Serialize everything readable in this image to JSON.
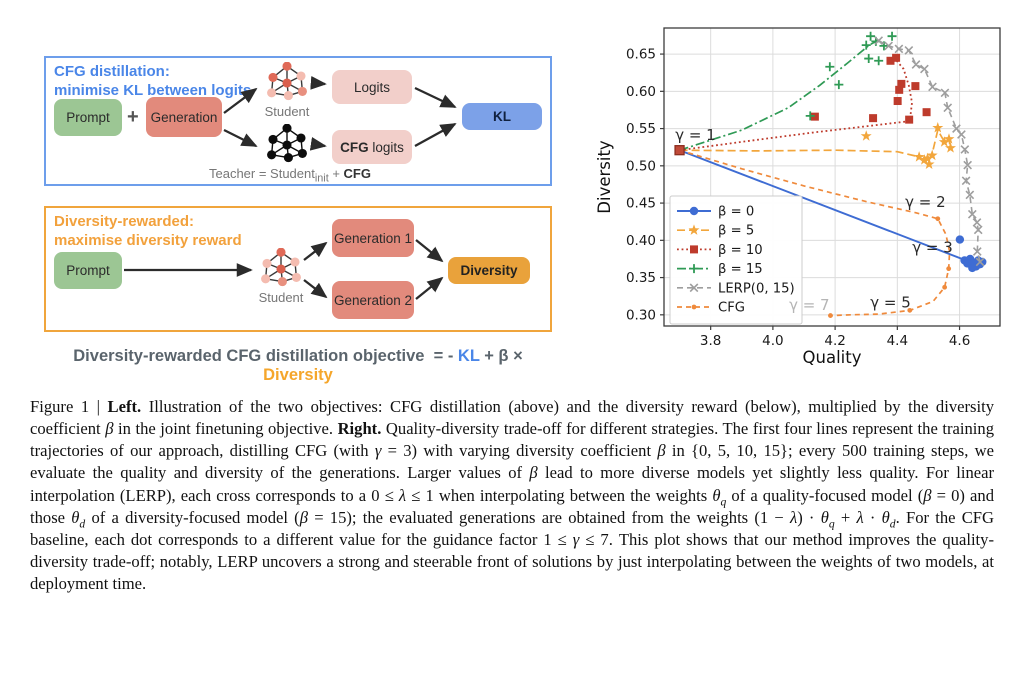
{
  "left": {
    "box1": {
      "title_line1": "CFG distillation:",
      "title_line2": "minimise KL between logits",
      "prompt": "Prompt",
      "plus": "+",
      "generation": "Generation",
      "student_label": "Student",
      "logits": "Logits",
      "cfg_bold": "CFG",
      "cfg_rest": " logits",
      "kl": "KL",
      "teacher_pre": "Teacher = Student",
      "teacher_sub": "init",
      "teacher_mid": " + ",
      "teacher_cfg": "CFG"
    },
    "box2": {
      "title_line1": "Diversity-rewarded:",
      "title_line2": "maximise diversity reward",
      "prompt": "Prompt",
      "student_label": "Student",
      "generation1": "Generation 1",
      "generation2": "Generation 2",
      "diversity": "Diversity"
    },
    "objective": {
      "main": "Diversity-rewarded CFG distillation objective  = - ",
      "kl": "KL",
      "mid": " + β × ",
      "diversity": "Diversity"
    }
  },
  "colors": {
    "box1_border": "#6d9eeb",
    "box2_border": "#f0a53c",
    "prompt_green": "#9CC694",
    "generation_salmon": "#E28A7C",
    "logits_pink": "#F2CFCA",
    "kl_blue": "#7CA1E8",
    "diversity_orange": "#E9A23B"
  },
  "chart_data": {
    "type": "scatter",
    "title": "",
    "xlabel": "Quality",
    "ylabel": "Diversity",
    "xlim": [
      3.65,
      4.73
    ],
    "ylim": [
      0.285,
      0.685
    ],
    "xticks": [
      3.8,
      4.0,
      4.2,
      4.4,
      4.6
    ],
    "yticks": [
      0.3,
      0.35,
      0.4,
      0.45,
      0.5,
      0.55,
      0.6,
      0.65
    ],
    "grid": true,
    "legend_position": "lower left",
    "start_point": {
      "x": 3.7,
      "y": 0.521,
      "marker": "square",
      "fill": "#C04A38",
      "stroke": "#8d2f20"
    },
    "series": [
      {
        "name": "β = 0",
        "color": "#3E6CD3",
        "dash": "",
        "width": 1.9,
        "marker": "circle",
        "line": [
          [
            3.7,
            0.521
          ],
          [
            4.627,
            0.372
          ],
          [
            4.64,
            0.366
          ],
          [
            4.65,
            0.37
          ]
        ],
        "points": [
          [
            4.601,
            0.401
          ],
          [
            4.616,
            0.373
          ],
          [
            4.625,
            0.369
          ],
          [
            4.634,
            0.375
          ],
          [
            4.641,
            0.363
          ],
          [
            4.647,
            0.37
          ],
          [
            4.653,
            0.365
          ],
          [
            4.66,
            0.373
          ],
          [
            4.666,
            0.368
          ],
          [
            4.673,
            0.371
          ]
        ]
      },
      {
        "name": "β = 5",
        "color": "#F2A63C",
        "dash": "8,4",
        "width": 1.7,
        "marker": "star",
        "line": [
          [
            3.7,
            0.521
          ],
          [
            3.95,
            0.52
          ],
          [
            4.2,
            0.521
          ],
          [
            4.4,
            0.519
          ],
          [
            4.46,
            0.513
          ],
          [
            4.497,
            0.505
          ],
          [
            4.51,
            0.513
          ],
          [
            4.53,
            0.548
          ],
          [
            4.553,
            0.531
          ],
          [
            4.566,
            0.535
          ],
          [
            4.571,
            0.524
          ]
        ],
        "points": [
          [
            4.3,
            0.54
          ],
          [
            4.47,
            0.512
          ],
          [
            4.487,
            0.508
          ],
          [
            4.497,
            0.51
          ],
          [
            4.502,
            0.502
          ],
          [
            4.512,
            0.514
          ],
          [
            4.53,
            0.551
          ],
          [
            4.551,
            0.532
          ],
          [
            4.566,
            0.536
          ],
          [
            4.571,
            0.524
          ]
        ]
      },
      {
        "name": "β = 10",
        "color": "#BE3B2C",
        "dash": "1.8,2.8",
        "width": 1.8,
        "marker": "square",
        "line": [
          [
            3.7,
            0.521
          ],
          [
            3.95,
            0.535
          ],
          [
            4.135,
            0.545
          ],
          [
            4.3,
            0.553
          ],
          [
            4.44,
            0.56
          ],
          [
            4.447,
            0.585
          ],
          [
            4.437,
            0.608
          ],
          [
            4.42,
            0.63
          ],
          [
            4.398,
            0.641
          ]
        ],
        "points": [
          [
            4.135,
            0.566
          ],
          [
            4.322,
            0.564
          ],
          [
            4.438,
            0.562
          ],
          [
            4.494,
            0.572
          ],
          [
            4.401,
            0.587
          ],
          [
            4.406,
            0.602
          ],
          [
            4.413,
            0.61
          ],
          [
            4.458,
            0.607
          ],
          [
            4.378,
            0.641
          ],
          [
            4.396,
            0.645
          ]
        ]
      },
      {
        "name": "β = 15",
        "color": "#2F9A55",
        "dash": "9,3,2,3",
        "width": 1.7,
        "marker": "plus",
        "line": [
          [
            3.7,
            0.521
          ],
          [
            3.9,
            0.548
          ],
          [
            4.05,
            0.578
          ],
          [
            4.15,
            0.608
          ],
          [
            4.24,
            0.638
          ],
          [
            4.31,
            0.662
          ],
          [
            4.335,
            0.668
          ],
          [
            4.36,
            0.662
          ]
        ],
        "points": [
          [
            4.12,
            0.567
          ],
          [
            4.183,
            0.633
          ],
          [
            4.212,
            0.609
          ],
          [
            4.3,
            0.662
          ],
          [
            4.308,
            0.644
          ],
          [
            4.34,
            0.641
          ],
          [
            4.331,
            0.667
          ],
          [
            4.314,
            0.674
          ],
          [
            4.383,
            0.674
          ],
          [
            4.357,
            0.661
          ]
        ]
      },
      {
        "name": "LERP(0, 15)",
        "color": "#9E9E9E",
        "dash": "6,4",
        "width": 1.6,
        "marker": "x",
        "line": [
          [
            4.34,
            0.668
          ],
          [
            4.372,
            0.661
          ],
          [
            4.405,
            0.657
          ],
          [
            4.437,
            0.655
          ],
          [
            4.46,
            0.636
          ],
          [
            4.487,
            0.63
          ],
          [
            4.513,
            0.606
          ],
          [
            4.553,
            0.598
          ],
          [
            4.562,
            0.578
          ],
          [
            4.59,
            0.55
          ],
          [
            4.606,
            0.542
          ],
          [
            4.617,
            0.522
          ],
          [
            4.626,
            0.501
          ],
          [
            4.621,
            0.48
          ],
          [
            4.633,
            0.461
          ],
          [
            4.641,
            0.435
          ],
          [
            4.656,
            0.424
          ],
          [
            4.66,
            0.414
          ],
          [
            4.657,
            0.385
          ],
          [
            4.666,
            0.371
          ]
        ],
        "points": [
          [
            4.34,
            0.668
          ],
          [
            4.372,
            0.661
          ],
          [
            4.405,
            0.657
          ],
          [
            4.437,
            0.655
          ],
          [
            4.46,
            0.636
          ],
          [
            4.487,
            0.63
          ],
          [
            4.513,
            0.606
          ],
          [
            4.553,
            0.598
          ],
          [
            4.562,
            0.578
          ],
          [
            4.59,
            0.55
          ],
          [
            4.606,
            0.542
          ],
          [
            4.617,
            0.522
          ],
          [
            4.626,
            0.501
          ],
          [
            4.621,
            0.48
          ],
          [
            4.633,
            0.461
          ],
          [
            4.641,
            0.435
          ],
          [
            4.656,
            0.424
          ],
          [
            4.66,
            0.414
          ],
          [
            4.657,
            0.385
          ],
          [
            4.666,
            0.371
          ]
        ]
      },
      {
        "name": "CFG",
        "color": "#EF8A3C",
        "dash": "5,4",
        "width": 1.7,
        "marker": "dot",
        "line": [
          [
            3.7,
            0.521
          ],
          [
            3.9,
            0.496
          ],
          [
            4.1,
            0.473
          ],
          [
            4.3,
            0.452
          ],
          [
            4.46,
            0.437
          ],
          [
            4.53,
            0.429
          ],
          [
            4.556,
            0.408
          ],
          [
            4.568,
            0.385
          ],
          [
            4.565,
            0.362
          ],
          [
            4.552,
            0.337
          ],
          [
            4.515,
            0.318
          ],
          [
            4.44,
            0.306
          ],
          [
            4.34,
            0.301
          ],
          [
            4.25,
            0.3
          ],
          [
            4.185,
            0.299
          ]
        ],
        "points": [
          [
            4.53,
            0.429
          ],
          [
            4.565,
            0.362
          ],
          [
            4.552,
            0.337
          ],
          [
            4.44,
            0.306
          ],
          [
            4.185,
            0.299
          ]
        ]
      }
    ],
    "annotations": [
      {
        "text": "γ = 1",
        "x": 3.686,
        "y": 0.5345,
        "color": "#2b2b2b"
      },
      {
        "text": "γ = 2",
        "x": 4.425,
        "y": 0.4445,
        "color": "#2b2b2b"
      },
      {
        "text": "γ = 3",
        "x": 4.448,
        "y": 0.3835,
        "color": "#2b2b2b"
      },
      {
        "text": "γ = 5",
        "x": 4.313,
        "y": 0.3095,
        "color": "#2b2b2b"
      },
      {
        "text": "γ = 7",
        "x": 4.052,
        "y": 0.3065,
        "color": "#b5b5b5"
      }
    ]
  },
  "caption": {
    "segments": [
      {
        "t": "Figure 1 | "
      },
      {
        "t": "Left.",
        "b": 1
      },
      {
        "t": " Illustration of the two objectives: CFG distillation (above) and the diversity reward (below), multiplied by the diversity coefficient "
      },
      {
        "t": "β",
        "i": 1
      },
      {
        "t": " in the joint finetuning objective. "
      },
      {
        "t": "Right.",
        "b": 1
      },
      {
        "t": " Quality-diversity trade-off for different strategies. The first four lines represent the training trajectories of our approach, distilling CFG (with "
      },
      {
        "t": "γ",
        "i": 1
      },
      {
        "t": " = 3) with varying diversity coefficient "
      },
      {
        "t": "β",
        "i": 1
      },
      {
        "t": " in {0, 5, 10, 15}; every 500 training steps, we evaluate the quality and diversity of the generations. Larger values of "
      },
      {
        "t": "β",
        "i": 1
      },
      {
        "t": " lead to more diverse models yet slightly less quality. For linear interpolation (LERP), each cross corresponds to a 0 ≤ "
      },
      {
        "t": "λ",
        "i": 1
      },
      {
        "t": " ≤ 1 when interpolating between the weights "
      },
      {
        "t": "θ",
        "i": 1
      },
      {
        "t": "q",
        "i": 1,
        "sub": 1
      },
      {
        "t": " of a quality-focused model ("
      },
      {
        "t": "β",
        "i": 1
      },
      {
        "t": " = 0) and those "
      },
      {
        "t": "θ",
        "i": 1
      },
      {
        "t": "d",
        "i": 1,
        "sub": 1
      },
      {
        "t": " of a diversity-focused model ("
      },
      {
        "t": "β",
        "i": 1
      },
      {
        "t": " = 15); the evaluated generations are obtained from the weights (1 − "
      },
      {
        "t": "λ",
        "i": 1
      },
      {
        "t": ") · "
      },
      {
        "t": "θ",
        "i": 1
      },
      {
        "t": "q",
        "i": 1,
        "sub": 1
      },
      {
        "t": " + "
      },
      {
        "t": "λ",
        "i": 1
      },
      {
        "t": " · "
      },
      {
        "t": "θ",
        "i": 1
      },
      {
        "t": "d",
        "i": 1,
        "sub": 1
      },
      {
        "t": ". For the CFG baseline, each dot corresponds to a different value for the guidance factor 1 ≤ "
      },
      {
        "t": "γ",
        "i": 1
      },
      {
        "t": " ≤ 7. This plot shows that our method improves the quality-diversity trade-off; notably, LERP uncovers a strong and steerable front of solutions by just interpolating between the weights of two models, at deployment time."
      }
    ]
  }
}
